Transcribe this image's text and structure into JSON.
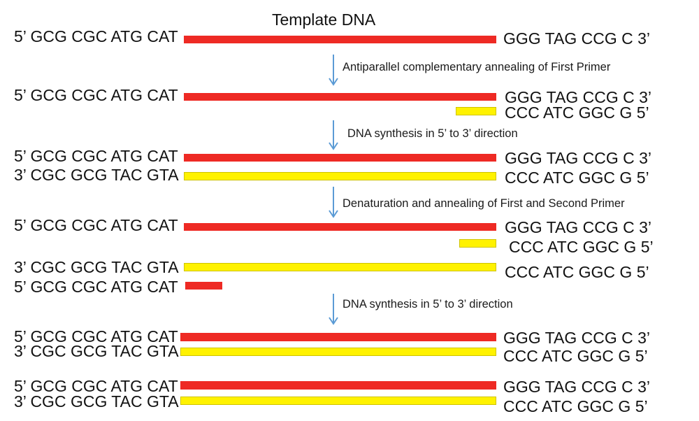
{
  "title": "Template DNA",
  "strands": {
    "s5": "5’ GCG CGC ATG CAT",
    "s3": "3’ CGC GCG TAC GTA",
    "r3": "GGG TAG CCG C 3’",
    "r5": "CCC ATC GGC G 5’"
  },
  "steps": [
    "Antiparallel complementary annealing of First Primer",
    "DNA synthesis in 5’ to 3’ direction",
    "Denaturation and annealing of First and Second Primer",
    "DNA synthesis in 5’ to 3’ direction"
  ],
  "colors": {
    "template": "#ee2a24",
    "primer": "#fff200",
    "arrow": "#5b9bd5"
  }
}
